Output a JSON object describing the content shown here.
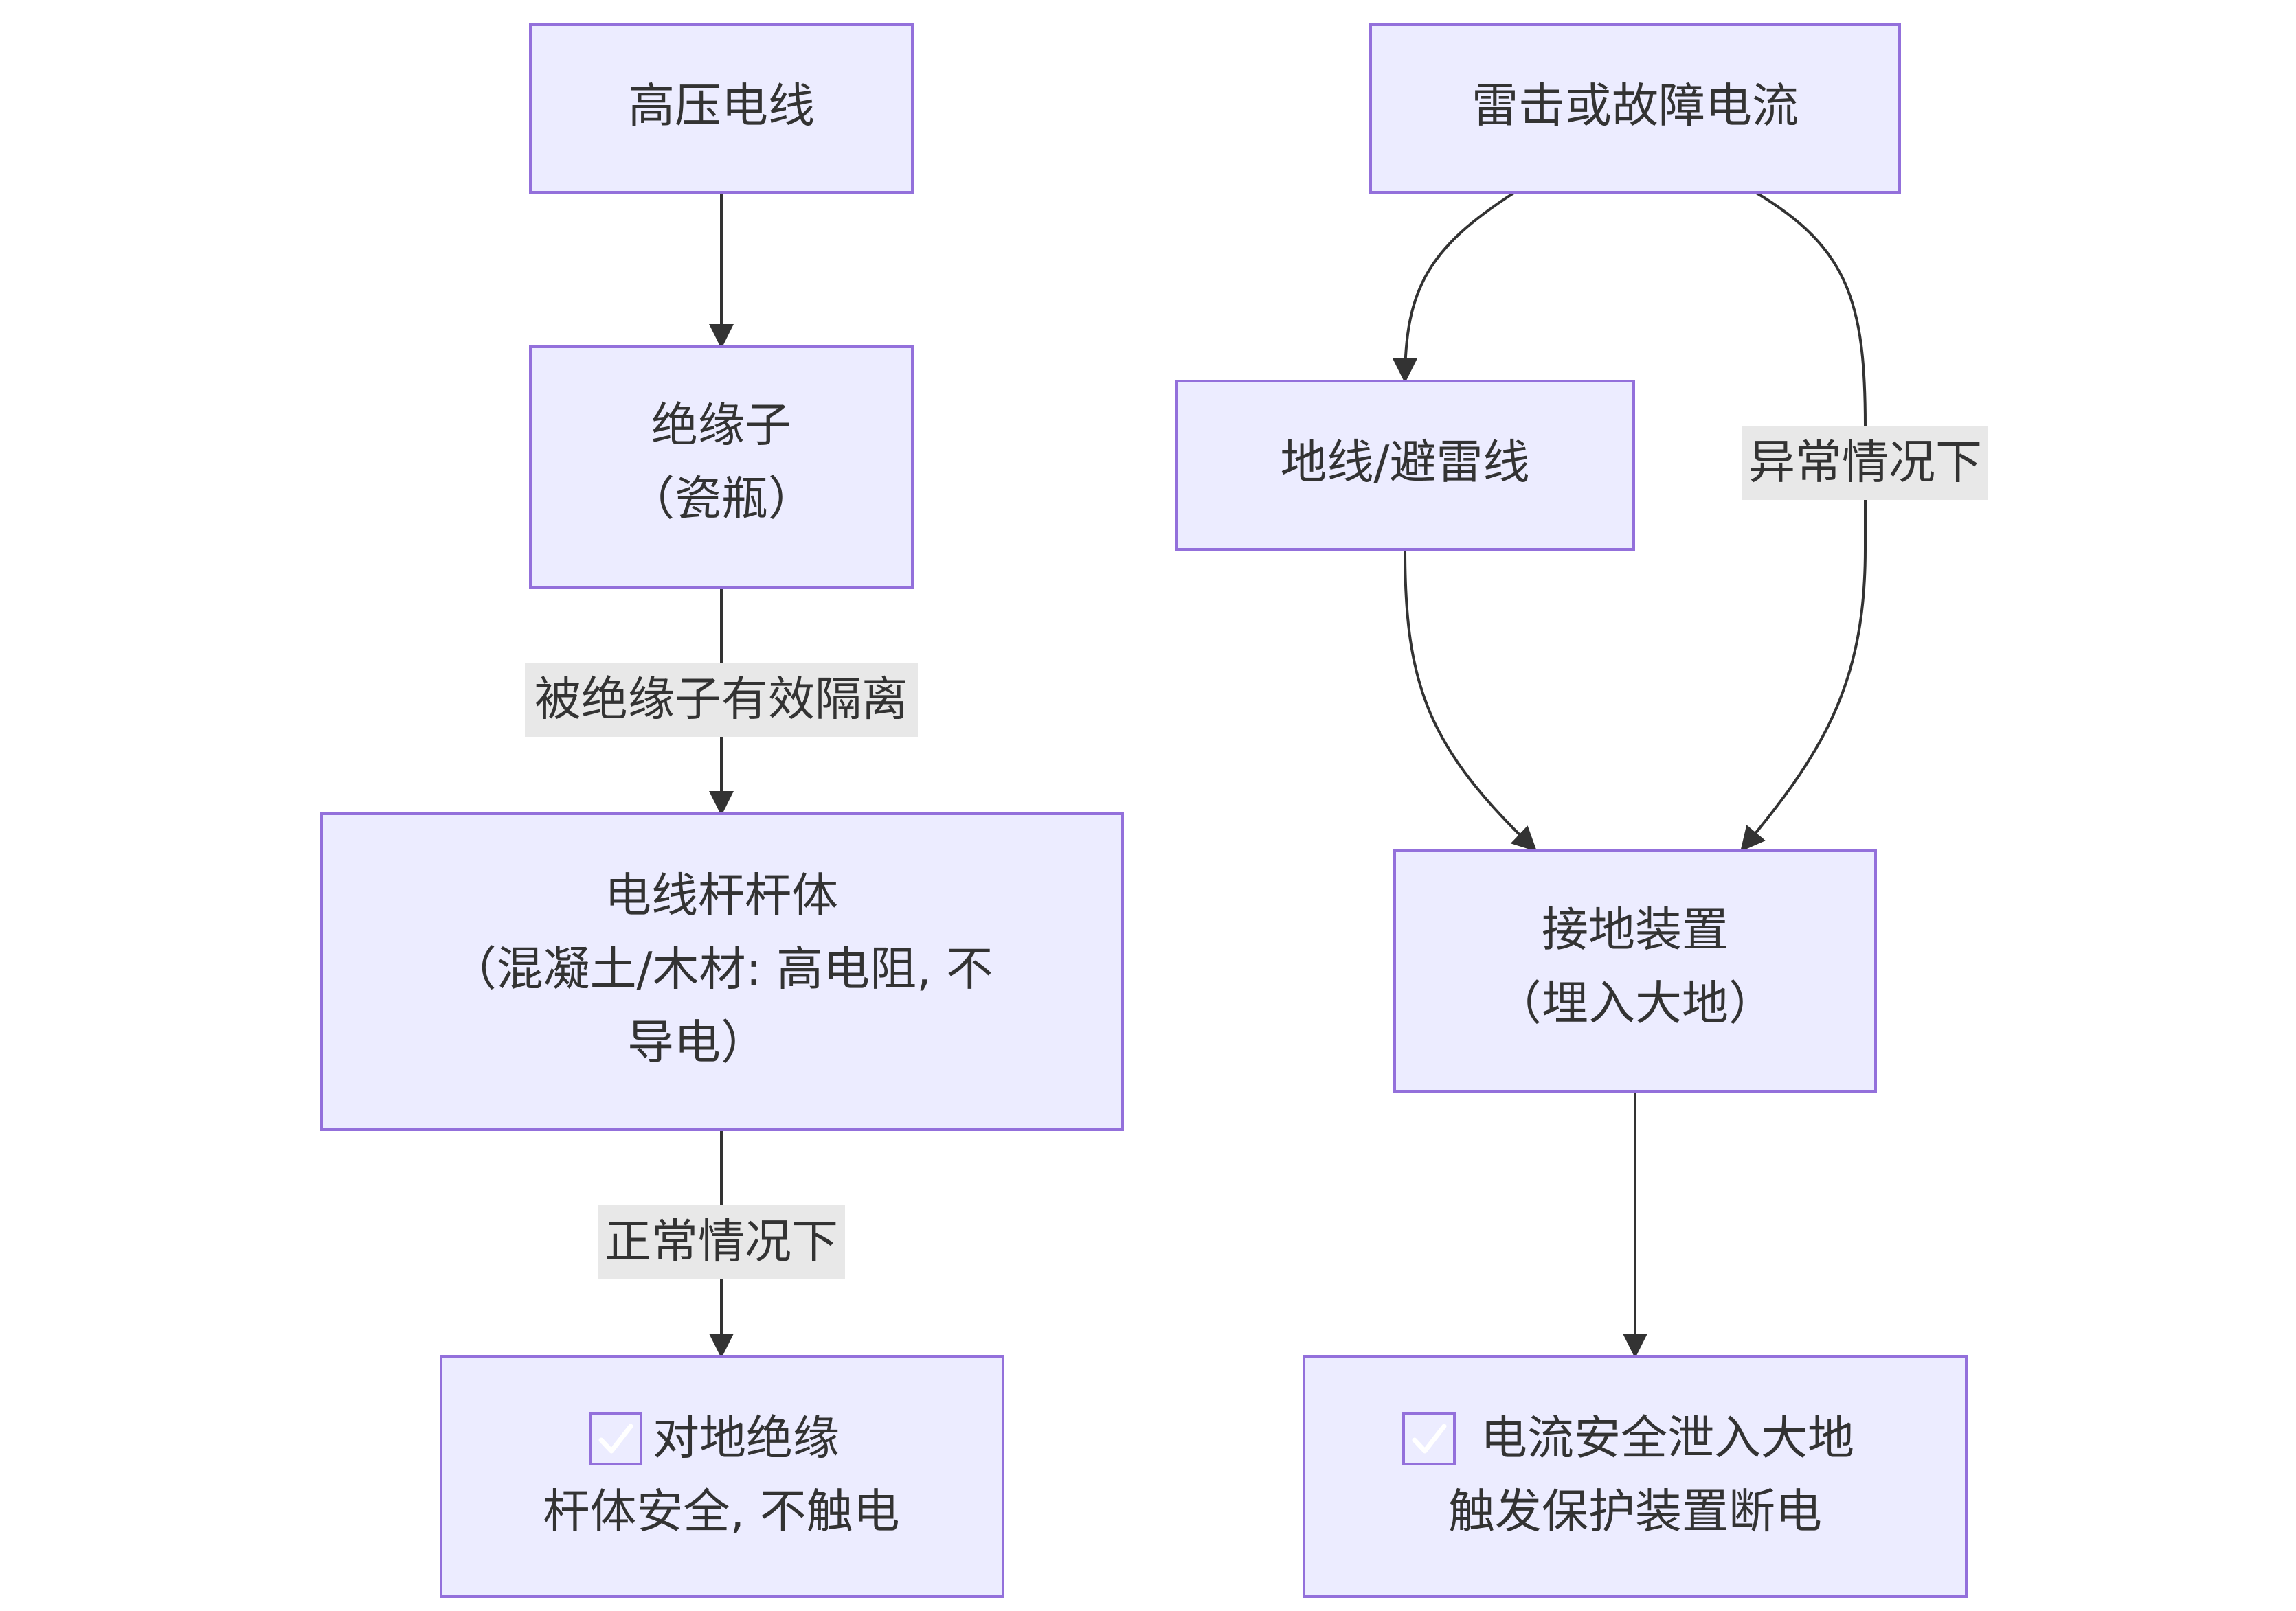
{
  "nodes": {
    "high_voltage_wire": {
      "lines": [
        "高压电线"
      ]
    },
    "insulator": {
      "lines": [
        "绝缘子",
        "（瓷瓶）"
      ]
    },
    "pole_body": {
      "lines": [
        "电线杆杆体",
        "（混凝土/木材: 高电阻, 不",
        "导电）"
      ]
    },
    "ground_insulation": {
      "icon": "check-mark-icon",
      "lines": [
        "对地绝缘",
        "杆体安全, 不触电"
      ]
    },
    "lightning_fault": {
      "lines": [
        "雷击或故障电流"
      ]
    },
    "ground_wire": {
      "lines": [
        "地线/避雷线"
      ]
    },
    "grounding_device": {
      "lines": [
        "接地装置",
        "（埋入大地）"
      ]
    },
    "current_to_earth": {
      "icon": "check-mark-icon",
      "lines": [
        "电流安全泄入大地",
        "触发保护装置断电"
      ]
    }
  },
  "edges": {
    "insulator_to_pole": {
      "label": "被绝缘子有效隔离"
    },
    "pole_to_insulation": {
      "label": "正常情况下"
    },
    "fault_to_grounding": {
      "label": "异常情况下"
    }
  },
  "colors": {
    "node_fill": "#ececff",
    "node_stroke": "#9370db",
    "edge": "#333333",
    "label_bg": "#e8e8e8",
    "check": "#15c315"
  }
}
